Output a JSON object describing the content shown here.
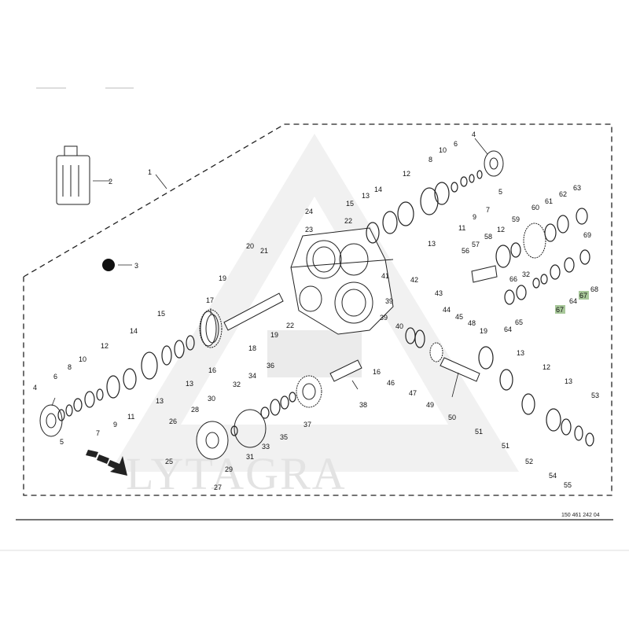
{
  "watermark": "LYTAGRA",
  "diagram_code": "150 461 242 04",
  "highlight_color": "#a8c89a",
  "callouts": {
    "c1": "1",
    "c2": "2",
    "c3": "3",
    "c4a": "4",
    "c4b": "4",
    "c5a": "5",
    "c5b": "5",
    "c6a": "6",
    "c6b": "6",
    "c7a": "7",
    "c7b": "7",
    "c8a": "8",
    "c8b": "8",
    "c9a": "9",
    "c9b": "9",
    "c10a": "10",
    "c10b": "10",
    "c11a": "11",
    "c11b": "11",
    "c12a": "12",
    "c12b": "12",
    "c12c": "12",
    "c12d": "12",
    "c13a": "13",
    "c13b": "13",
    "c13c": "13",
    "c13d": "13",
    "c13e": "13",
    "c13f": "13",
    "c14a": "14",
    "c14b": "14",
    "c15a": "15",
    "c15b": "15",
    "c16a": "16",
    "c16b": "16",
    "c17": "17",
    "c18": "18",
    "c19a": "19",
    "c19b": "19",
    "c19c": "19",
    "c20": "20",
    "c21": "21",
    "c22a": "22",
    "c22b": "22",
    "c23": "23",
    "c24": "24",
    "c25": "25",
    "c26": "26",
    "c27": "27",
    "c28": "28",
    "c29": "29",
    "c30": "30",
    "c31": "31",
    "c32a": "32",
    "c32b": "32",
    "c33": "33",
    "c34": "34",
    "c35": "35",
    "c36": "36",
    "c37": "37",
    "c38": "38",
    "c39a": "39",
    "c39b": "39",
    "c40": "40",
    "c41": "41",
    "c42": "42",
    "c43": "43",
    "c44": "44",
    "c45": "45",
    "c46": "46",
    "c47": "47",
    "c48": "48",
    "c49": "49",
    "c50": "50",
    "c51a": "51",
    "c51b": "51",
    "c52": "52",
    "c53": "53",
    "c54": "54",
    "c55": "55",
    "c56": "56",
    "c57": "57",
    "c58": "58",
    "c59": "59",
    "c60": "60",
    "c61": "61",
    "c62": "62",
    "c63": "63",
    "c64a": "64",
    "c64b": "64",
    "c65": "65",
    "c66": "66",
    "c67a": "67",
    "c67b": "67",
    "c68": "68",
    "c69": "69"
  }
}
